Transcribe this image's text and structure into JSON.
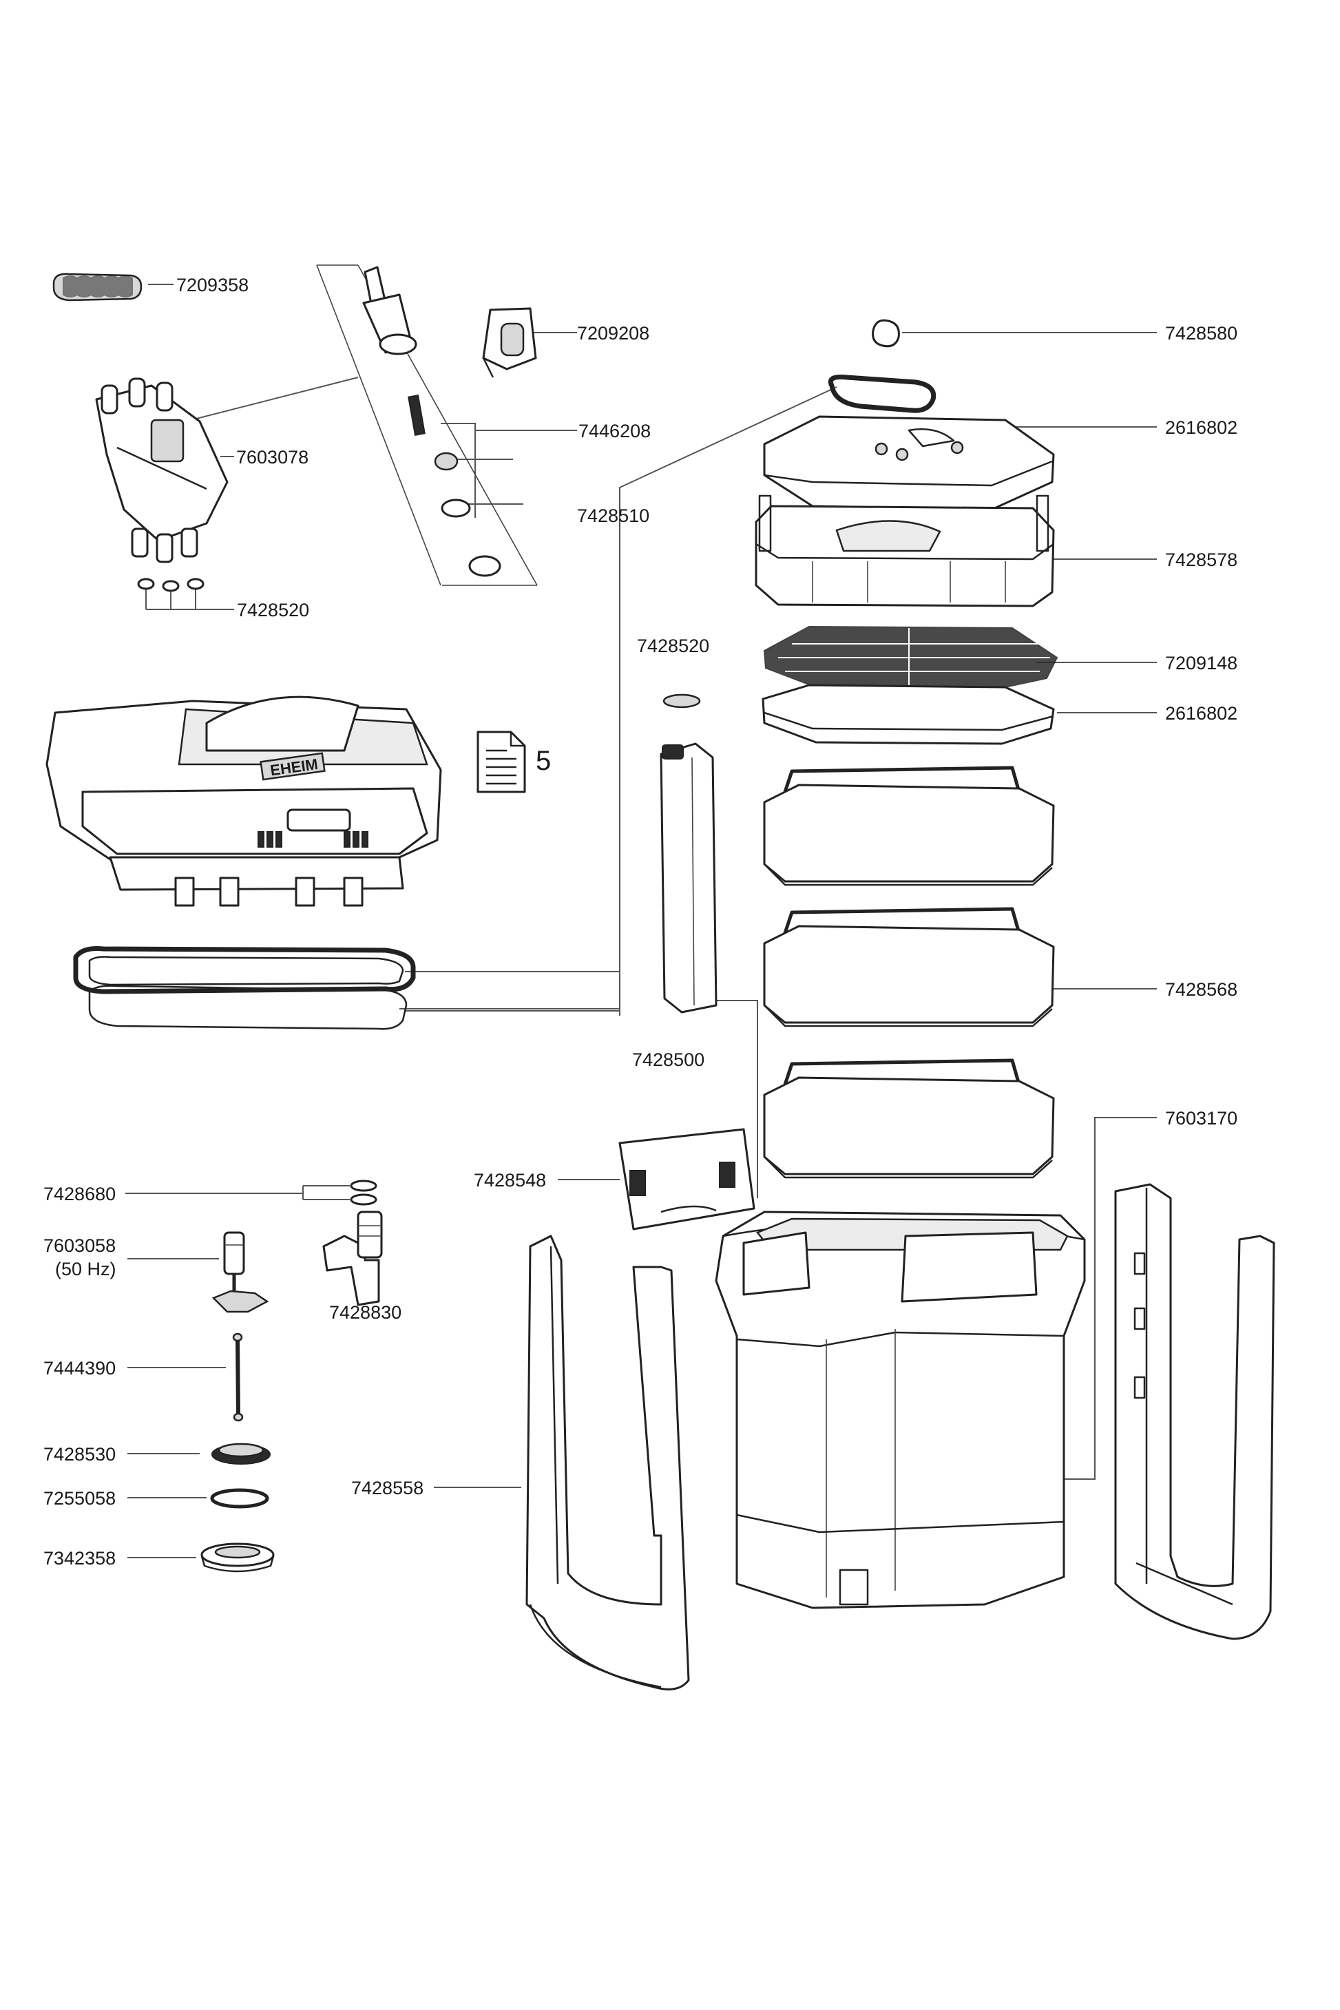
{
  "parts": {
    "p7209358": "7209358",
    "p7209208": "7209208",
    "p7603078": "7603078",
    "p7446208": "7446208",
    "p7428510": "7428510",
    "p7428520_a": "7428520",
    "p7428580": "7428580",
    "p2616802_a": "2616802",
    "p7428578": "7428578",
    "p7428520_b": "7428520",
    "p7209148": "7209148",
    "p2616802_b": "2616802",
    "p7428568": "7428568",
    "p7428500": "7428500",
    "p7603170": "7603170",
    "p7428548": "7428548",
    "p7428680": "7428680",
    "p7603058": "7603058",
    "p7603058_note": "(50 Hz)",
    "p7428830": "7428830",
    "p7444390": "7444390",
    "p7428530": "7428530",
    "p7255058": "7255058",
    "p7342358": "7342358",
    "p7428558": "7428558",
    "doc_ref": "5"
  },
  "brand_text": "EHEIM",
  "icons": [
    "document-icon"
  ],
  "colors": {
    "line": "#222222",
    "background": "#ffffff",
    "fill_grey": "#d8d8d8"
  }
}
